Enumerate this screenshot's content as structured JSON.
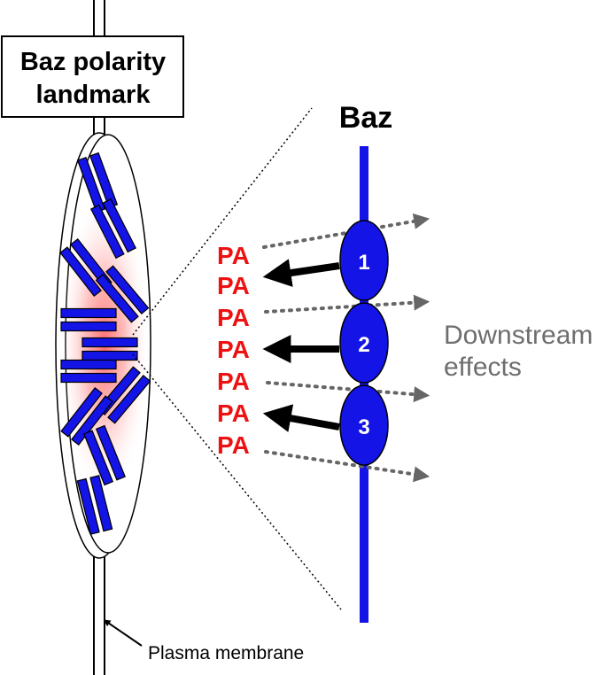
{
  "landmark_label": [
    "Baz polarity",
    "landmark"
  ],
  "baz_label": "Baz",
  "pa_labels": [
    "PA",
    "PA",
    "PA",
    "PA",
    "PA",
    "PA",
    "PA"
  ],
  "domains": [
    "1",
    "2",
    "3"
  ],
  "downstream_label": [
    "Downstream",
    "effects"
  ],
  "membrane_label": "Plasma membrane",
  "colors": {
    "baz_blue": "#1414e6",
    "pa_red": "#ee1111",
    "arrow_gray": "#666666",
    "text_gray": "#6e6e6e",
    "glow_red": "#ff7070"
  }
}
